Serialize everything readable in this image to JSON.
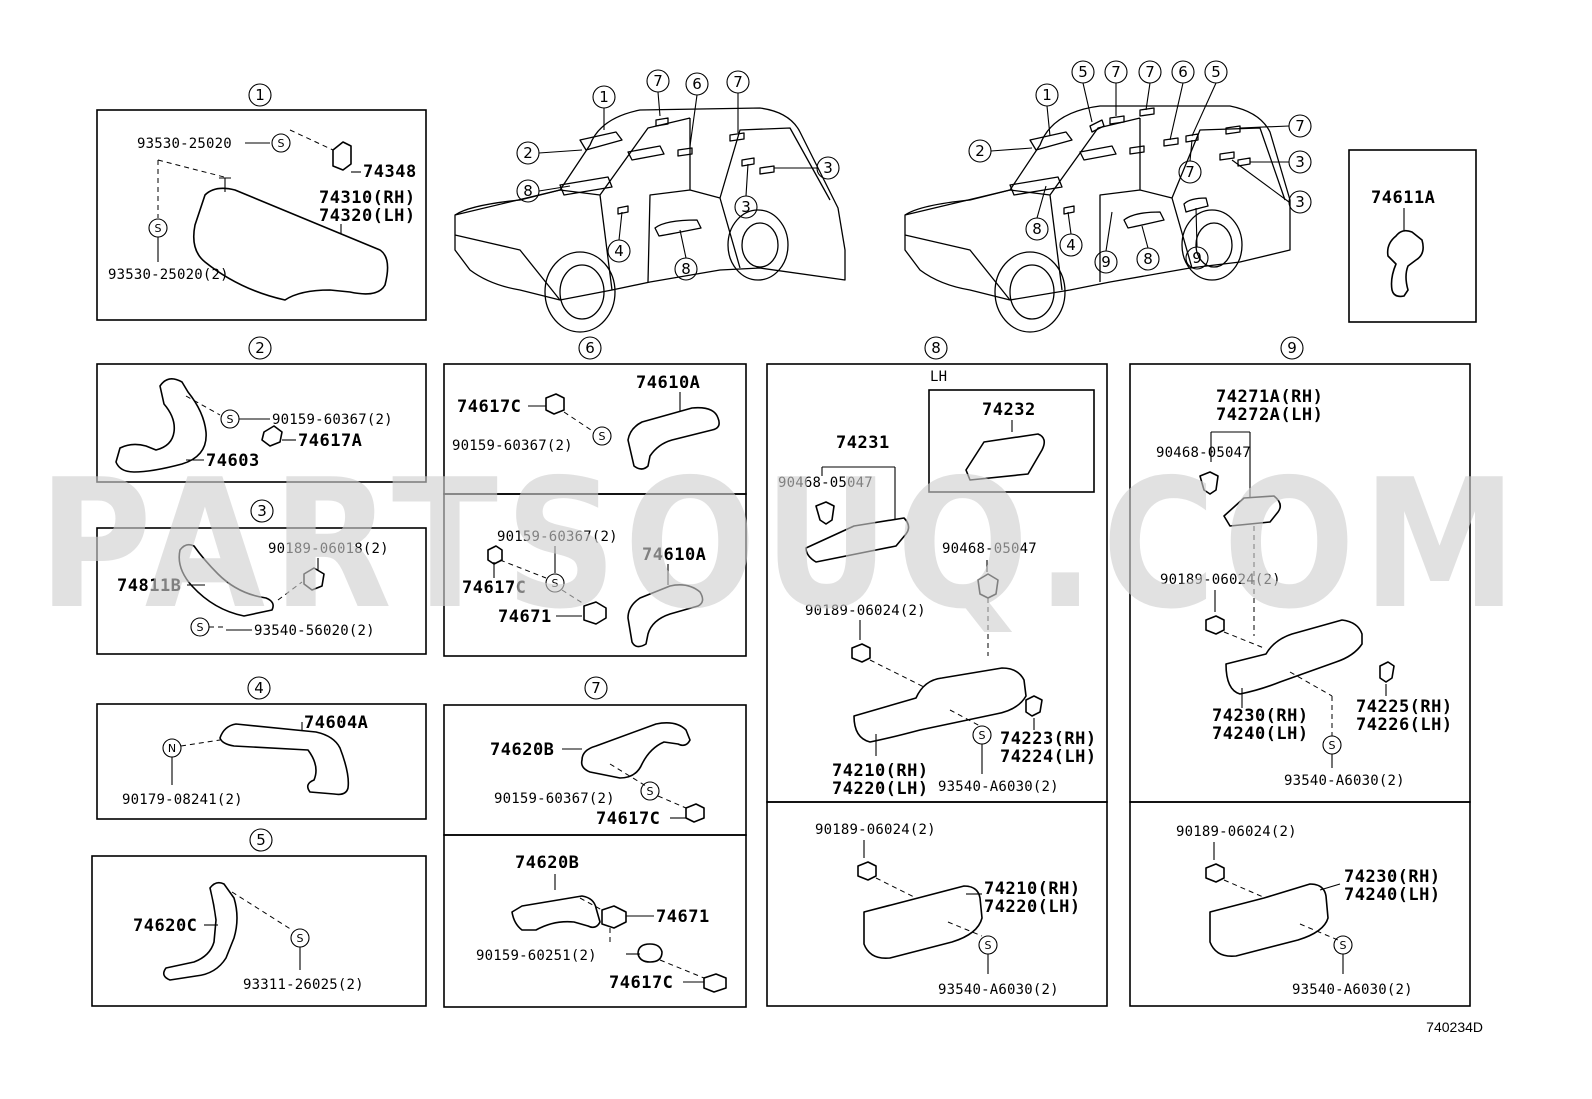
{
  "callouts": [
    "1",
    "2",
    "3",
    "4",
    "5",
    "6",
    "7",
    "8",
    "9"
  ],
  "fastener_symbols": {
    "s": "S",
    "n": "N"
  },
  "sub_labels": {
    "lh": "LH"
  },
  "parts": {
    "p93530_25020": "93530-25020",
    "p74348": "74348",
    "p74310": "74310(RH)",
    "p74320": "74320(LH)",
    "p93530_25020_2": "93530-25020(2)",
    "p90159_60367_2a": "90159-60367(2)",
    "p74617A": "74617A",
    "p74603": "74603",
    "p90189_06018_2": "90189-06018(2)",
    "p74811B": "74811B",
    "p93540_56020_2": "93540-56020(2)",
    "p74604A": "74604A",
    "p90179_08241_2": "90179-08241(2)",
    "p74620C": "74620C",
    "p93311_26025_2": "93311-26025(2)",
    "p74617C": "74617C",
    "p74610A": "74610A",
    "p90159_60367_2": "90159-60367(2)",
    "p74671": "74671",
    "p74620B": "74620B",
    "p90159_60251_2": "90159-60251(2)",
    "p74232": "74232",
    "p74231": "74231",
    "p90468_05047": "90468-05047",
    "p90189_06024_2": "90189-06024(2)",
    "p74223": "74223(RH)",
    "p74224": "74224(LH)",
    "p74210": "74210(RH)",
    "p74220": "74220(LH)",
    "p93540_A6030_2": "93540-A6030(2)",
    "p74271A": "74271A(RH)",
    "p74272A": "74272A(LH)",
    "p74225": "74225(RH)",
    "p74226": "74226(LH)",
    "p74230": "74230(RH)",
    "p74240": "74240(LH)",
    "p74611A": "74611A"
  },
  "watermark": "PARTSOUQ.COM",
  "figure_id": "740234D"
}
